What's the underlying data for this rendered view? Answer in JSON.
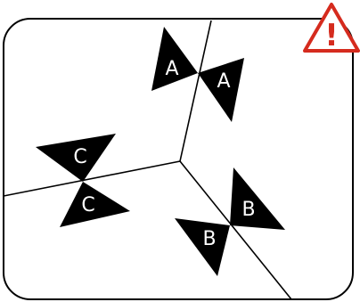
{
  "pairs": [
    {
      "id": "A",
      "labels": [
        "A",
        "A"
      ]
    },
    {
      "id": "B",
      "labels": [
        "B",
        "B"
      ]
    },
    {
      "id": "C",
      "labels": [
        "C",
        "C"
      ]
    }
  ],
  "warning": {
    "symbol": "!",
    "icon": "warning-triangle-icon",
    "color": "#d52b1e"
  },
  "colors": {
    "frame": "#000000",
    "triangles": "#000000",
    "labels": "#ffffff",
    "background": "#ffffff"
  }
}
